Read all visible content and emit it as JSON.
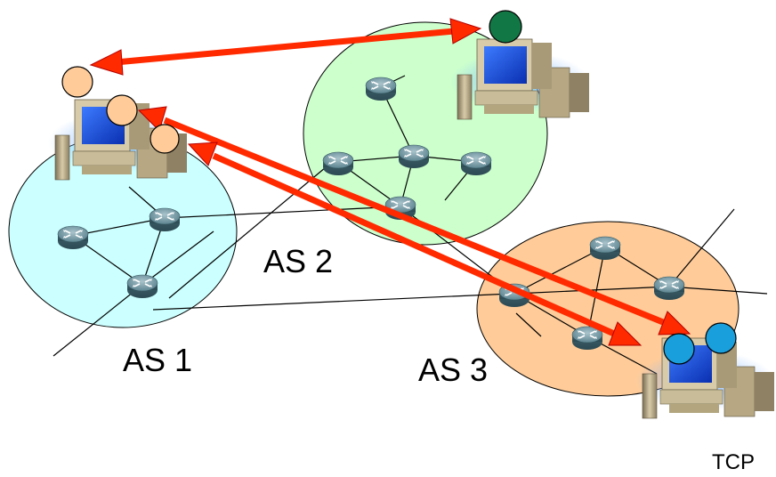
{
  "diagram": {
    "labels": {
      "as1": "AS 1",
      "as2": "AS 2",
      "as3": "AS 3",
      "corner": "TCP"
    },
    "colors": {
      "as1_fill": "#ccffff",
      "as2_fill": "#ccffcc",
      "as3_fill": "#ffcc99",
      "arrow": "#ff2a00",
      "endpoint_peach": "#ffcc99",
      "endpoint_green": "#117744",
      "endpoint_blue": "#1a9fdd",
      "router": "#4d7480"
    },
    "icons": {
      "router": "router-icon",
      "host": "desktop-computer-icon"
    }
  }
}
